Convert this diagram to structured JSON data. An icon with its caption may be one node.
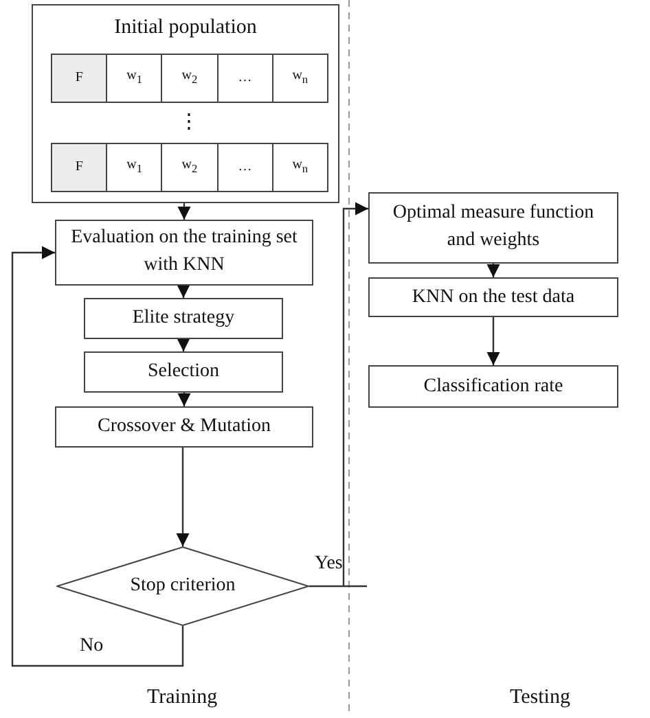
{
  "diagram": {
    "nodes": [
      {
        "text": [
          "Initial population"
        ]
      },
      {
        "text": [
          "F"
        ],
        "in": 0
      },
      {
        "text": [
          "w$_{1}$"
        ],
        "in": 0
      },
      {
        "text": [
          "w$_{2}$"
        ],
        "in": 0
      },
      {
        "text": [
          "…"
        ],
        "in": 0
      },
      {
        "text": [
          "w$_{n}$"
        ],
        "in": 0
      },
      {
        "text": [
          "F"
        ],
        "in": 0
      },
      {
        "text": [
          "w$_{1}$"
        ],
        "in": 0
      },
      {
        "text": [
          "w$_{2}$"
        ],
        "in": 0
      },
      {
        "text": [
          "…"
        ],
        "in": 0
      },
      {
        "text": [
          "w$_{n}$"
        ],
        "in": 0
      },
      {
        "text": [
          "Evaluation on the training set with KNN"
        ]
      },
      {
        "text": [
          "Elite strategy"
        ]
      },
      {
        "text": [
          "Selection"
        ]
      },
      {
        "text": [
          "Crossover & Mutation"
        ]
      },
      {
        "text": [
          "Stop criterion"
        ]
      },
      {
        "text": [
          "Optimal measure function and weights"
        ]
      },
      {
        "text": [
          "KNN on the test data"
        ]
      },
      {
        "text": [
          "Classification rate"
        ]
      }
    ],
    "edges": [
      {
        "from": 0,
        "to": 11,
        "arrow": "to"
      },
      {
        "from": 11,
        "to": 12,
        "arrow": "to"
      },
      {
        "from": 12,
        "to": 13,
        "arrow": "to"
      },
      {
        "from": 13,
        "to": 14,
        "arrow": "to"
      },
      {
        "from": 14,
        "to": 15,
        "arrow": "to"
      },
      {
        "from": 15,
        "to": 11,
        "arrow": "to",
        "label": "No"
      },
      {
        "from": 15,
        "to": 16,
        "arrow": "to",
        "label": "Yes"
      },
      {
        "from": 16,
        "to": 17,
        "arrow": "to"
      },
      {
        "from": 17,
        "to": 18,
        "arrow": "to"
      }
    ],
    "labels": [
      "⋮",
      "Training",
      "Testing"
    ]
  }
}
